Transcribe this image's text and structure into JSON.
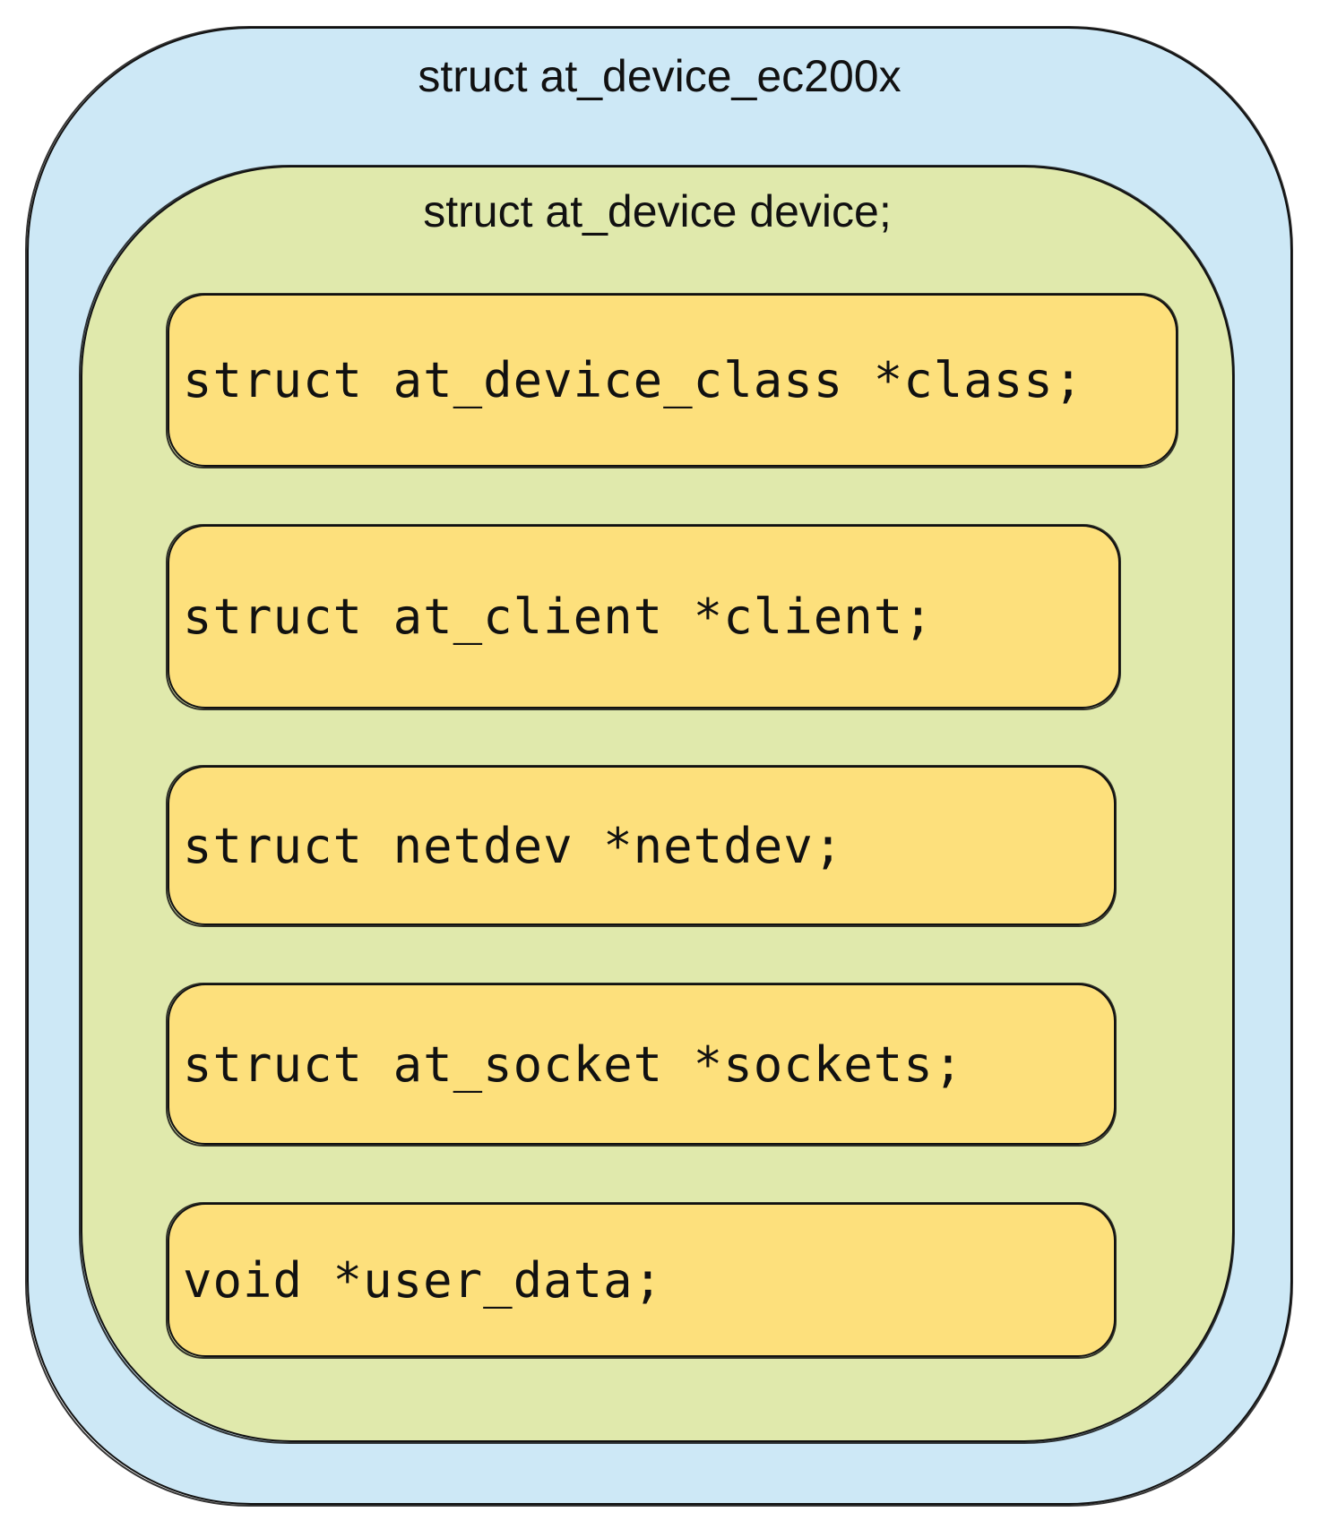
{
  "colors": {
    "outer_fill": "#cde8f6",
    "inner_fill": "#e0e9ac",
    "field_fill": "#fde07c",
    "stroke": "#111111"
  },
  "outer": {
    "label": "struct at_device_ec200x"
  },
  "inner": {
    "label": "struct at_device device;",
    "fields": [
      "struct at_device_class *class;",
      "struct at_client *client;",
      "struct netdev *netdev;",
      "struct at_socket *sockets;",
      "void *user_data;"
    ]
  }
}
